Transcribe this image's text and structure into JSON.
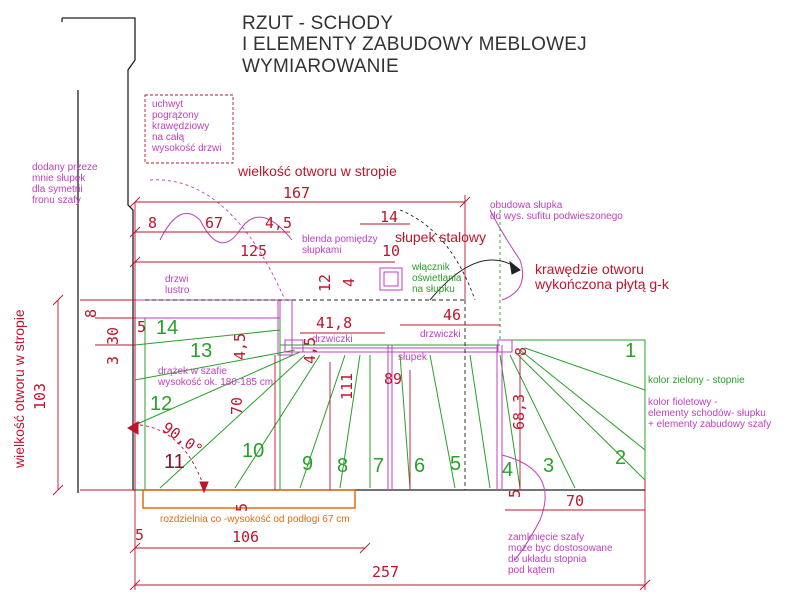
{
  "title": {
    "line1": "RZUT -  SCHODY",
    "line2": "I ELEMENTY ZABUDOWY MEBLOWEJ",
    "line3": "WYMIAROWANIE"
  },
  "notes": {
    "uchwyt": [
      "uchwyt",
      "pogrążony",
      "krawędziowy",
      "na całą",
      "wysokość drzwi"
    ],
    "dodany": [
      "dodany przeze",
      "mnie słupek",
      "dla symetrii",
      "fronu szafy"
    ],
    "otwor_stropie_top": "wielkość otworu w stropie",
    "otwor_stropie_side": "wielkość otworu w stropie",
    "obudowa": [
      "obudowa słupka",
      "do wys. sufitu podwieszonego"
    ],
    "blenda": [
      "blenda pomiędzy",
      "słupkami"
    ],
    "slupek_stalowy": "słupek stalowy",
    "wlacznik": [
      "włącznik",
      "oświetlania",
      "na słupku"
    ],
    "krawedzie": [
      "krawędzie otworu",
      "wykończona płytą g-k"
    ],
    "drzwi_lustro": [
      "drzwi",
      "lustro"
    ],
    "drzwiczki_left": "drzwiczki",
    "drzwiczki_right": "drzwiczki",
    "slupek": "słupek",
    "drazek": [
      "drążek w szafie",
      "wysokość ok. 180-185 cm"
    ],
    "kolor_zielony": "kolor zielony - stopnie",
    "kolor_fioletowy": [
      "kolor fioletowy -",
      "elementy schodów- słupku",
      "+ elementy zabudowy szafy"
    ],
    "rozdzielnia": "rozdzielnia co -wysokość od podłogi 67 cm",
    "zamkniecie": [
      "zamknięcie szafy",
      "moze byc dostosowane",
      "do układu stopnia",
      "pod kątem"
    ]
  },
  "dims": {
    "d167": "167",
    "d8": "8",
    "d67": "67",
    "d4_5a": "4,5",
    "d14": "14",
    "d10": "10",
    "d125": "125",
    "d12": "12",
    "d4": "4",
    "d41_8": "41,8",
    "d46": "46",
    "d4_5b": "4,5",
    "d4_5c": "4,5",
    "d111": "111",
    "d89": "89",
    "d70a": "70",
    "d68_3": "68,3",
    "d5a": "5",
    "d5b": "5",
    "d5c": "5",
    "d5d": "5",
    "d70b": "70",
    "d106": "106",
    "d257": "257",
    "d103": "103",
    "d8v": "8",
    "d30": "30",
    "d3": "3",
    "d8r": "8",
    "angle": "90,0°"
  },
  "steps": [
    "1",
    "2",
    "3",
    "4",
    "5",
    "6",
    "7",
    "8",
    "9",
    "10",
    "11",
    "12",
    "13",
    "14"
  ],
  "colors": {
    "green": "#2aa02a",
    "magenta": "#c03fc0",
    "red": "#c0142c",
    "orange": "#e86a10",
    "black": "#222222"
  }
}
